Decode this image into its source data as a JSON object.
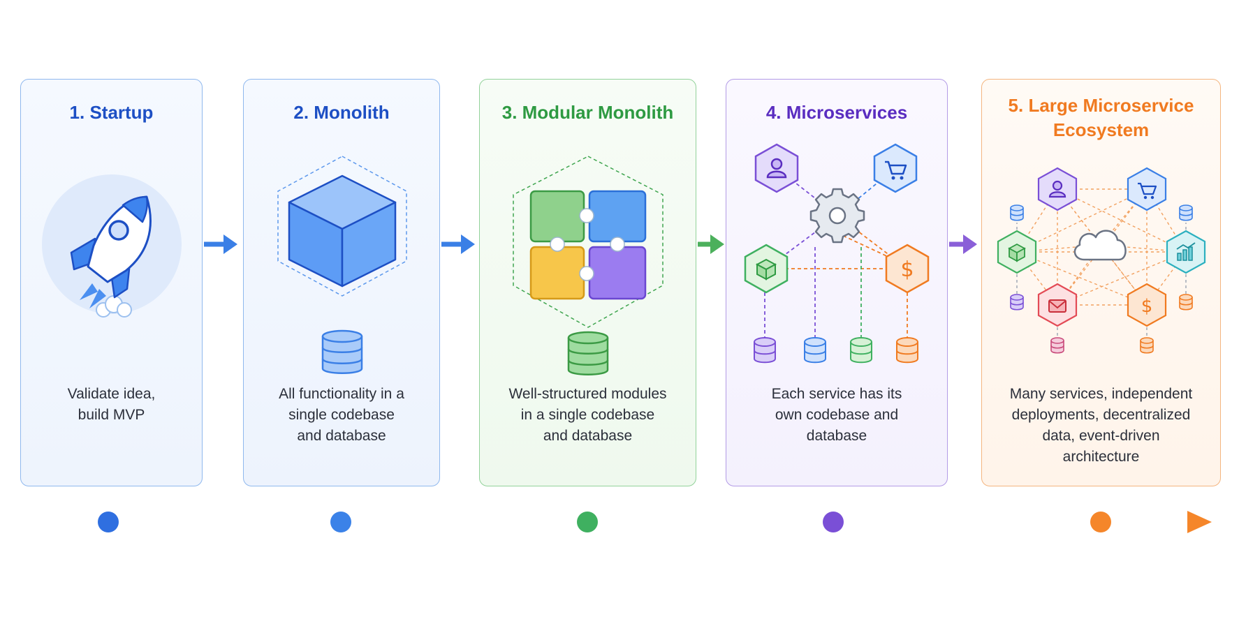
{
  "stages": [
    {
      "title": "1. Startup",
      "description": "Validate idea,\nbuild MVP",
      "color": "#1d4fc4"
    },
    {
      "title": "2. Monolith",
      "description": "All functionality in a\nsingle codebase\nand database",
      "color": "#1d4fc4"
    },
    {
      "title": "3. Modular Monolith",
      "description": "Well-structured modules\nin a single codebase\nand database",
      "color": "#2e9a42"
    },
    {
      "title": "4. Microservices",
      "description": "Each service has its\nown codebase and\ndatabase",
      "color": "#5a2dc0"
    },
    {
      "title_line1": "5. Large Microservice",
      "title_line2": "Ecosystem",
      "description": "Many services, independent\ndeployments, decentralized\ndata, event-driven\narchitecture",
      "color": "#f07a20"
    }
  ],
  "icons": {
    "stage1": "rocket-icon",
    "stage2": "cube-icon",
    "stage3": "puzzle-icon",
    "stage4": [
      "user-icon",
      "cart-icon",
      "gear-icon",
      "box-icon",
      "dollar-icon",
      "database-icon"
    ],
    "stage5": [
      "user-icon",
      "cart-icon",
      "cloud-icon",
      "box-icon",
      "chart-icon",
      "mail-icon",
      "dollar-icon",
      "database-icon"
    ]
  },
  "timeline_colors": [
    "#2f6fe0",
    "#3b82e8",
    "#3fb060",
    "#7a4fd6",
    "#f5862a"
  ]
}
